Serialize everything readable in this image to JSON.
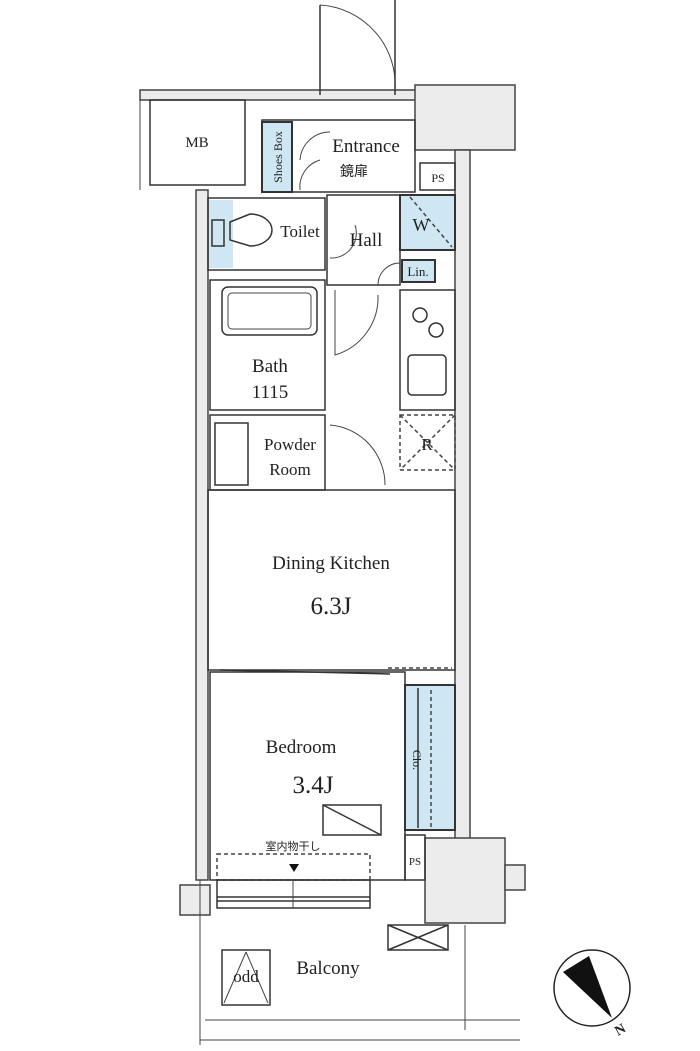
{
  "floor_plan": {
    "rooms": {
      "mb": "MB",
      "shoes_box": "Shoes Box",
      "entrance": "Entrance",
      "mirror_door": "鏡扉",
      "ps_top": "PS",
      "toilet": "Toilet",
      "hall": "Hall",
      "washer": "W",
      "linen": "Lin.",
      "bath": "Bath",
      "bath_size": "1115",
      "refrigerator": "R",
      "powder_room_line1": "Powder",
      "powder_room_line2": "Room",
      "dining_kitchen": "Dining Kitchen",
      "dining_kitchen_size": "6.3J",
      "bedroom": "Bedroom",
      "bedroom_size": "3.4J",
      "closet": "Clo.",
      "indoor_drying": "室内物干し",
      "ps_bottom": "PS",
      "balcony": "Balcony",
      "odd": "odd"
    },
    "compass": {
      "label": "N"
    },
    "colors": {
      "closet_fill": "#cfe6f3",
      "wall_fill": "#ececec"
    }
  }
}
